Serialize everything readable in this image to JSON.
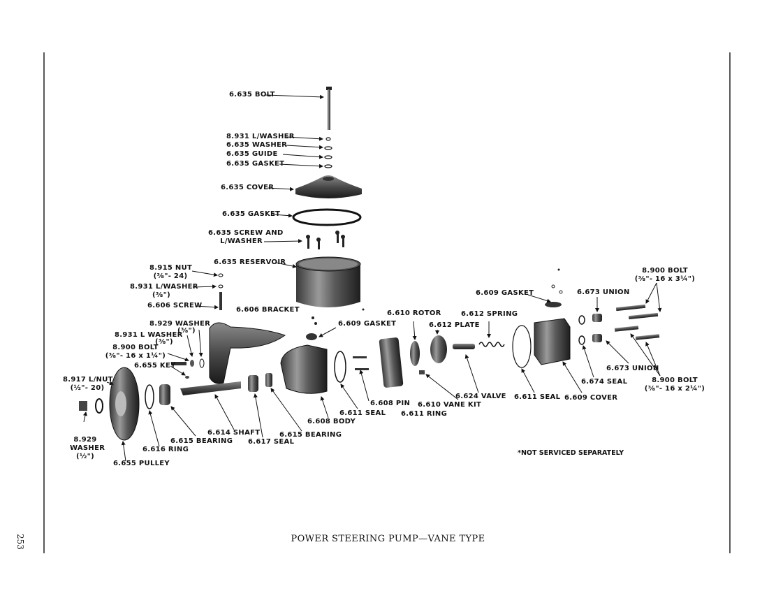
{
  "caption": "POWER STEERING PUMP—VANE TYPE",
  "page_number": "253",
  "note": "*NOT SERVICED SEPARATELY",
  "labels": {
    "bolt_top": "6.635 BOLT",
    "lwasher_top": "8.931 L/WASHER",
    "washer_top": "6.635 WASHER",
    "guide": "6.635 GUIDE",
    "gasket_top": "6.635 GASKET",
    "cover_top": "6.635 COVER",
    "gasket_mid": "6.635 GASKET",
    "screw_lw_1": "6.635 SCREW AND",
    "screw_lw_2": "L/WASHER",
    "reservoir": "6.635 RESERVOIR",
    "nut_1": "8.915 NUT",
    "nut_2": "(⅜\"- 24)",
    "lwasher_left_1": "8.931 L/WASHER",
    "lwasher_left_2": "(⅜\")",
    "screw_606": "6.606 SCREW",
    "bracket": "6.606 BRACKET",
    "washer929_1": "8.929 WASHER",
    "washer929_2": "(⅜\")",
    "lwasher931_1": "8.931 L WASHER",
    "lwasher931_2": "(⅜\")",
    "bolt900_1": "8.900 BOLT",
    "bolt900_2": "(⅜\"- 16 x 1¼\")",
    "key": "6.655 KEY",
    "nut917_1": "8.917 L/NUT",
    "nut917_2": "(½\"- 20)",
    "washer929b_1": "8.929",
    "washer929b_2": "WASHER",
    "washer929b_3": "(½\")",
    "pulley": "6.655 PULLEY",
    "ring616": "6.616 RING",
    "bearing615a": "6.615 BEARING",
    "shaft": "6.614 SHAFT",
    "seal617": "6.617 SEAL",
    "bearing615b": "6.615 BEARING",
    "body": "6.608 BODY",
    "seal611a": "6.611 SEAL",
    "pin": "6.608 PIN",
    "gasket609a": "6.609 GASKET",
    "rotor": "6.610 ROTOR",
    "plate": "6.612 PLATE",
    "spring": "6.612 SPRING",
    "vanekit": "6.610 VANE KIT",
    "ring611": "6.611 RING",
    "valve": "6.624 VALVE",
    "seal611b": "6.611 SEAL",
    "cover609": "6.609 COVER",
    "gasket609b": "6.609 GASKET",
    "union673a": "6.673 UNION",
    "seal674": "6.674 SEAL",
    "union673b": "6.673 UNION",
    "bolt900b_1": "8.900 BOLT",
    "bolt900b_2": "(⅜\"- 16 x 3¼\")",
    "bolt900c_1": "8.900 BOLT",
    "bolt900c_2": "(⅜\"- 16 x 2¼\")"
  }
}
